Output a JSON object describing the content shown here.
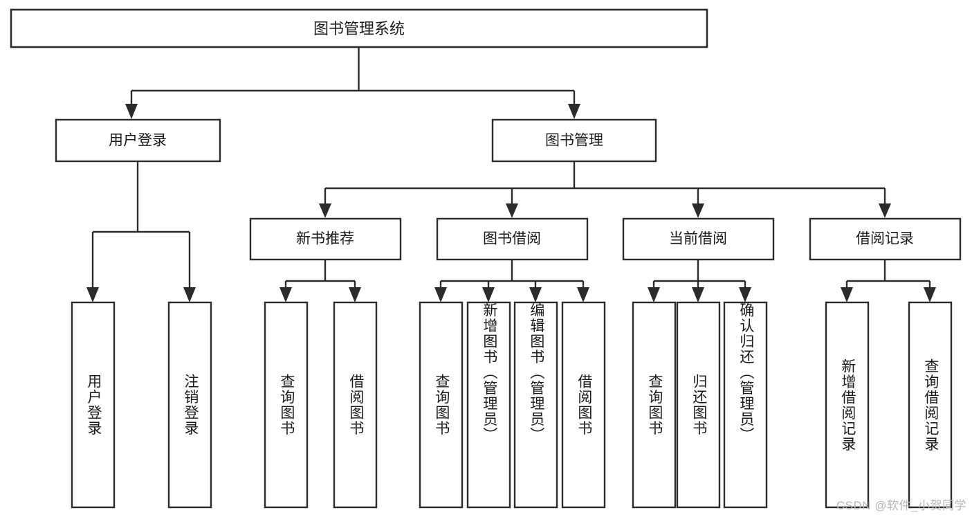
{
  "diagram": {
    "type": "tree-hierarchy",
    "title": "图书管理系统",
    "watermark": "CSDN @软件_小贺同学",
    "colors": {
      "stroke": "#2b2b2b",
      "fill": "#ffffff",
      "text": "#1a1a1a",
      "watermark": "#b8b8b8"
    },
    "levels": {
      "root": {
        "label": "图书管理系统"
      },
      "level2": [
        {
          "label": "用户登录"
        },
        {
          "label": "图书管理"
        }
      ],
      "level3": [
        {
          "label": "新书推荐"
        },
        {
          "label": "图书借阅"
        },
        {
          "label": "当前借阅"
        },
        {
          "label": "借阅记录"
        }
      ]
    },
    "leaves": {
      "user_login": [
        {
          "label": "用户登录"
        },
        {
          "label": "注销登录"
        }
      ],
      "new_book_recommend": [
        {
          "label": "查询图书"
        },
        {
          "label": "借阅图书"
        }
      ],
      "book_borrow": [
        {
          "label": "查询图书"
        },
        {
          "label": "新增图书（管理员）"
        },
        {
          "label": "编辑图书（管理员）"
        },
        {
          "label": "借阅图书"
        }
      ],
      "current_borrow": [
        {
          "label": "查询图书"
        },
        {
          "label": "归还图书"
        },
        {
          "label": "确认归还（管理员）"
        }
      ],
      "borrow_record": [
        {
          "label": "新增借阅记录"
        },
        {
          "label": "查询借阅记录"
        }
      ]
    }
  }
}
